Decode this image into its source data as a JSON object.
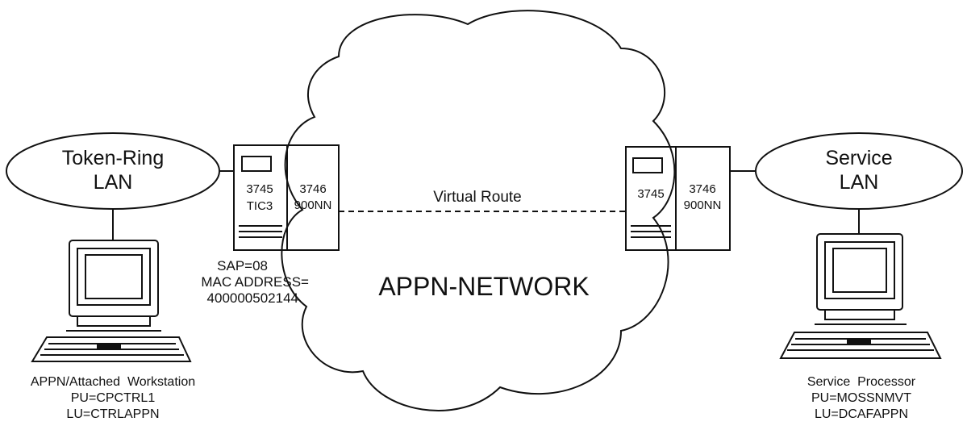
{
  "lan_left": {
    "line1": "Token-Ring",
    "line2": "LAN"
  },
  "lan_right": {
    "line1": "Service",
    "line2": "LAN"
  },
  "node_left": {
    "unit_a": "3745",
    "unit_a_sub": "TIC3",
    "unit_b": "3746",
    "unit_b_sub": "900NN"
  },
  "node_right": {
    "unit_a": "3745",
    "unit_b": "3746",
    "unit_b_sub": "900NN"
  },
  "link_label": "Virtual Route",
  "network_label": "APPN-NETWORK",
  "left_node_info": {
    "sap": "SAP=08",
    "mac_label": "MAC ADDRESS=",
    "mac_value": "400000502144"
  },
  "workstation_left": {
    "name": "APPN/Attached  Workstation",
    "pu": "PU=CPCTRL1",
    "lu": "LU=CTRLAPPN"
  },
  "workstation_right": {
    "name": "Service  Processor",
    "pu": "PU=MOSSNMVT",
    "lu": "LU=DCAFAPPN"
  }
}
